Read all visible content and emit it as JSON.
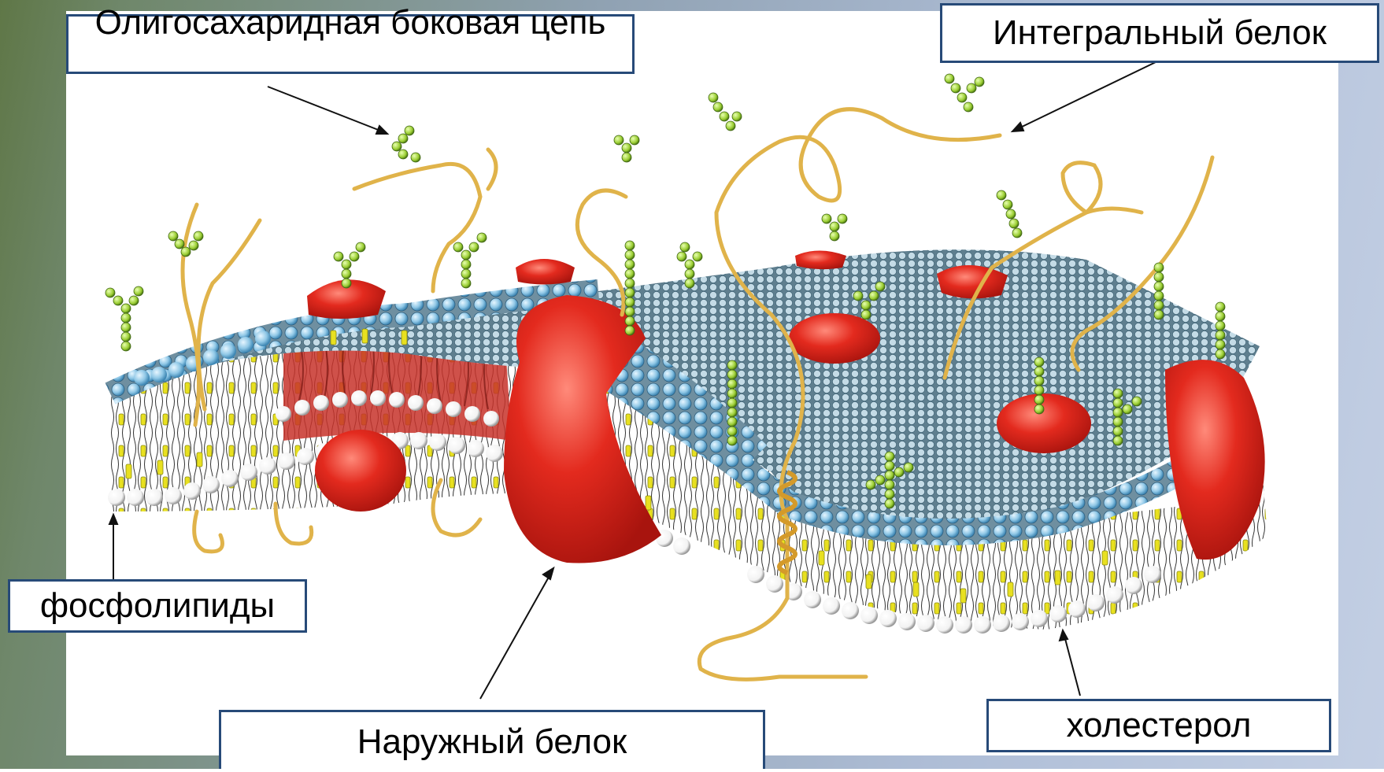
{
  "labels": {
    "oligosaccharide": "Олигосахаридная боковая цепь",
    "integral_protein": "Интегральный белок",
    "phospholipids": "фосфолипиды",
    "outer_protein": "Наружный белок",
    "cholesterol": "холестерол"
  },
  "colors": {
    "background_green": "#5f7747",
    "background_blue": "#c3cfe4",
    "label_border": "#274a78",
    "protein_red": "#e02a1f",
    "lipid_head_blue": "#8fc7e6",
    "lipid_head_white": "#ffffff",
    "cholesterol_yellow": "#e8e020",
    "sugar_green": "#9acd32",
    "protein_strand": "#e0b34a"
  }
}
